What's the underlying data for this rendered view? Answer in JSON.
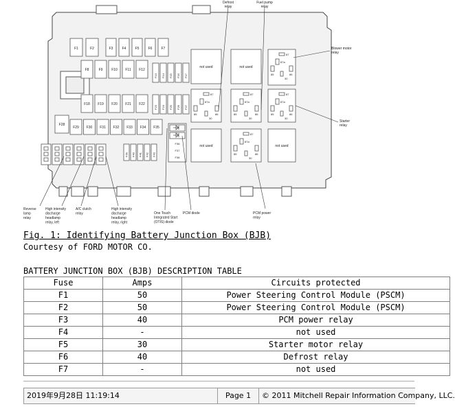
{
  "diagram": {
    "top_labels": [
      "Defrost",
      "relay",
      "Fuel pump",
      "relay"
    ],
    "fuses": {
      "row1": [
        "F1",
        "F2",
        "F3",
        "F4",
        "F5",
        "F6",
        "F7"
      ],
      "row2": [
        "F8",
        "F9",
        "F10",
        "F11",
        "F12"
      ],
      "row2v": [
        "F13",
        "F14",
        "F15",
        "F16",
        "F17"
      ],
      "row3": [
        "F18",
        "F19",
        "F20",
        "F21",
        "F22"
      ],
      "row3v": [
        "F23",
        "F24",
        "F25",
        "F26",
        "F27"
      ],
      "f28": "F28",
      "row4": [
        "F29",
        "F30",
        "F31",
        "F32",
        "F33",
        "F34",
        "F35"
      ],
      "small": [
        "F36",
        "F37",
        "F38"
      ],
      "row5v": [
        "F39",
        "F40",
        "F41",
        "F42",
        "F43"
      ]
    },
    "relay_text": {
      "not_used": "not used",
      "pins": [
        "87",
        "87a",
        "85",
        "86",
        "30"
      ]
    },
    "side_labels": [
      "Blower motor",
      "relay",
      "Starter",
      "relay"
    ],
    "bottom_labels": {
      "reverse": [
        "Reverse",
        "lamp",
        "relay"
      ],
      "hid_left": [
        "High intensity",
        "discharge",
        "headlamp",
        "relay, left"
      ],
      "ac": [
        "A/C clutch",
        "relay"
      ],
      "hid_right": [
        "High intensity",
        "discharge",
        "headlamp",
        "relay, right"
      ],
      "ots": [
        "One Touch",
        "Integrated Start",
        "(OTIS) diode"
      ],
      "pcm_diode": "PCM diode",
      "pcm_relay": [
        "PCM power",
        "relay"
      ]
    }
  },
  "caption": "Fig. 1: Identifying Battery Junction Box (BJB)",
  "courtesy": "Courtesy of FORD MOTOR CO.",
  "table_title": "BATTERY JUNCTION BOX (BJB) DESCRIPTION TABLE",
  "table": {
    "headers": [
      "Fuse",
      "Amps",
      "Circuits protected"
    ],
    "rows": [
      [
        "F1",
        "50",
        "Power Steering Control Module (PSCM)"
      ],
      [
        "F2",
        "50",
        "Power Steering Control Module (PSCM)"
      ],
      [
        "F3",
        "40",
        "PCM power relay"
      ],
      [
        "F4",
        "-",
        "not used"
      ],
      [
        "F5",
        "30",
        "Starter motor relay"
      ],
      [
        "F6",
        "40",
        "Defrost relay"
      ],
      [
        "F7",
        "-",
        "not used"
      ]
    ]
  },
  "footer": {
    "date": "2019年9月28日 11:19:14",
    "page": "Page 1",
    "copyright": "© 2011 Mitchell Repair Information Company, LLC."
  }
}
